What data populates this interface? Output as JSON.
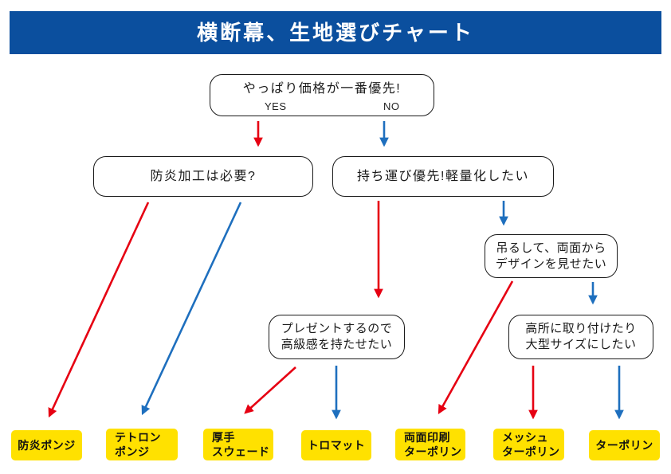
{
  "header": {
    "title": "横断幕、生地選びチャート"
  },
  "colors": {
    "header_blue": "#0b4f9e",
    "yes_red": "#e60012",
    "no_blue": "#1e6fbe",
    "result_yellow": "#ffe100"
  },
  "decision_nodes": {
    "price": {
      "question": "やっぱり価格が一番優先!",
      "yes_label": "YES",
      "no_label": "NO"
    },
    "flameproof": {
      "question": "防炎加工は必要?"
    },
    "portability": {
      "question": "持ち運び優先!軽量化したい"
    },
    "hang_double_sided": {
      "line1": "吊るして、両面から",
      "line2": "デザインを見せたい"
    },
    "present_luxury": {
      "line1": "プレゼントするので",
      "line2": "高級感を持たせたい"
    },
    "high_place_large": {
      "line1": "高所に取り付けたり",
      "line2": "大型サイズにしたい"
    }
  },
  "results": [
    {
      "line1": "防炎ポンジ"
    },
    {
      "line1": "テトロン",
      "line2": "ポンジ"
    },
    {
      "line1": "厚手",
      "line2": "スウェード"
    },
    {
      "line1": "トロマット"
    },
    {
      "line1": "両面印刷",
      "line2": "ターポリン"
    },
    {
      "line1": "メッシュ",
      "line2": "ターポリン"
    },
    {
      "line1": "ターポリン"
    }
  ]
}
